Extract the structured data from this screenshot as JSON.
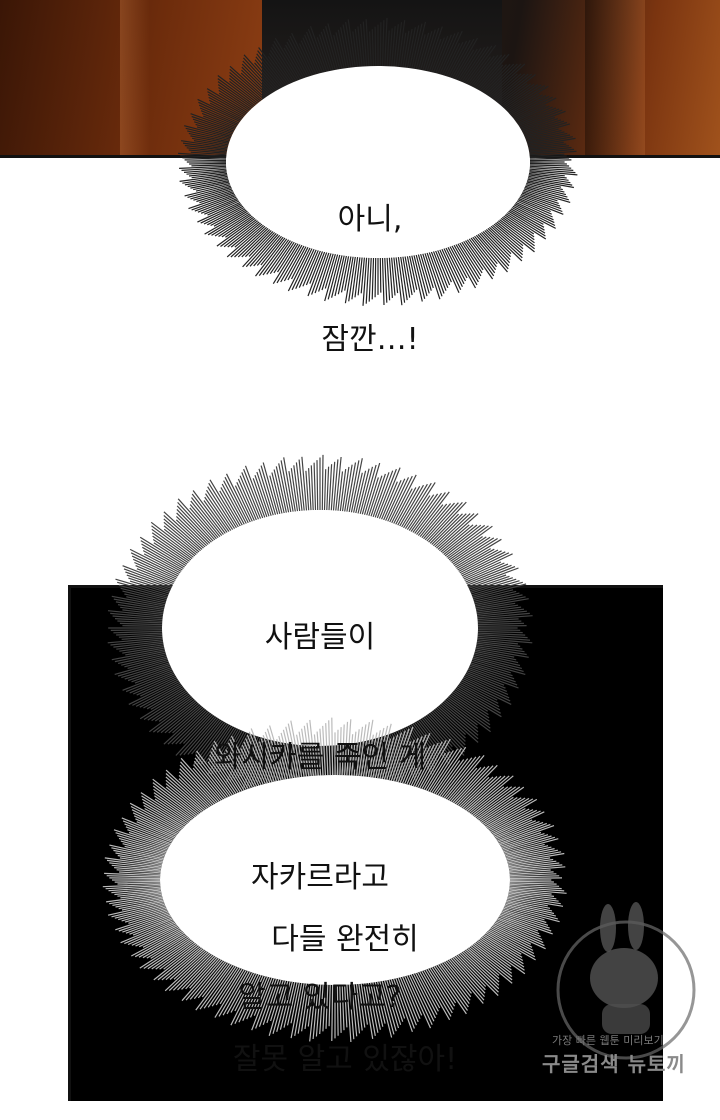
{
  "bubbles": {
    "first": {
      "line1": "아니,",
      "line2": "잠깐…!"
    },
    "second": {
      "line1": "사람들이",
      "line2": "와시카를 죽인 게",
      "line3": "자카르라고",
      "line4": "알고 있다고?"
    },
    "third": {
      "line1": "다들 완전히",
      "line2": "잘못 알고 있잖아!"
    }
  },
  "watermark": {
    "line1": "가장 빠른 웹툰 미리보기",
    "line2": "구글검색 뉴토끼"
  }
}
